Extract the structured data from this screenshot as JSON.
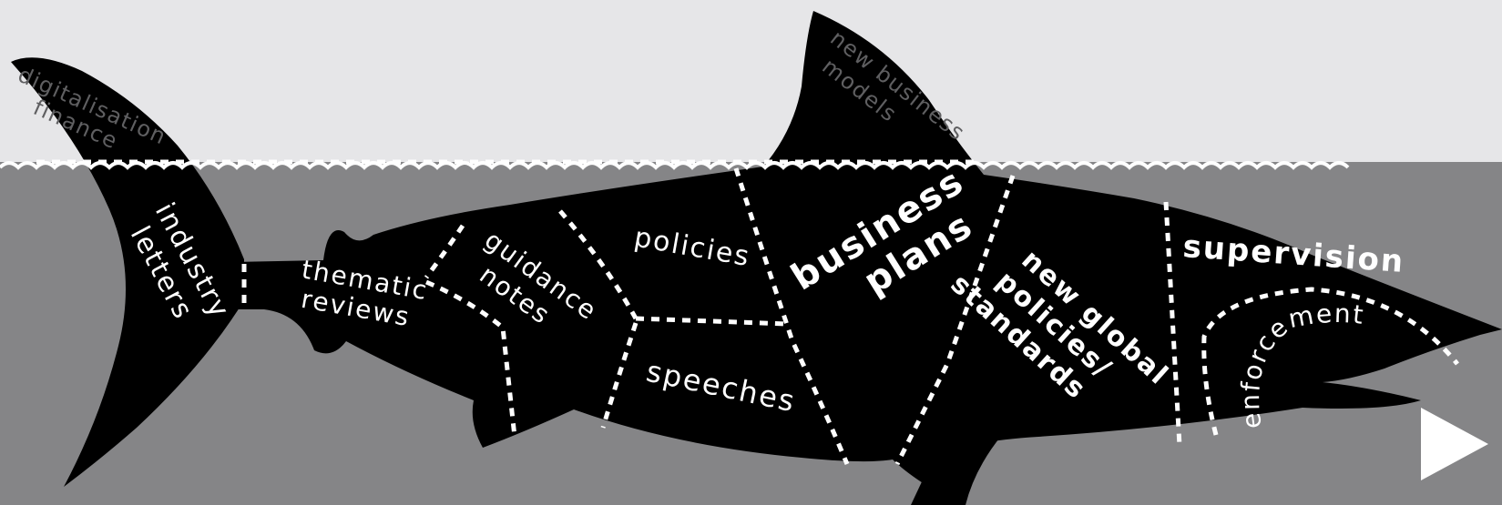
{
  "colors": {
    "sky": "#e6e6e8",
    "water": "#858587",
    "shark": "#000000",
    "lines": "#ffffff",
    "above_water_text": "#5f5f61"
  },
  "labels": {
    "tail_top": [
      "digitalisation",
      "finance"
    ],
    "fin_top": [
      "new business",
      "models"
    ],
    "tail": [
      "industry",
      "letters"
    ],
    "thematic": [
      "thematic",
      "reviews"
    ],
    "guidance": [
      "guidance",
      "notes"
    ],
    "policies": "policies",
    "speeches": "speeches",
    "business": [
      "business",
      "plans"
    ],
    "global": [
      "new global",
      "policies/",
      "standards"
    ],
    "supervision": "supervision",
    "enforcement": "enforcement"
  },
  "icons": {
    "play": "play-icon"
  }
}
